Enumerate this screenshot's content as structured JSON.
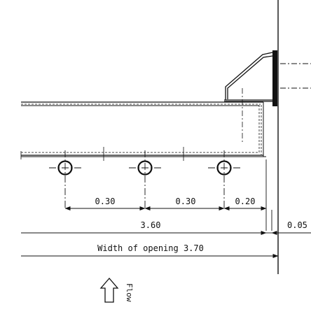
{
  "dimensions": {
    "d1": "0.30",
    "d2": "0.30",
    "d3": "0.20",
    "d4": "3.60",
    "d5": "0.05",
    "d6": "Width of opening 3.70"
  },
  "flow_label": "Flow",
  "colors": {
    "line": "#111111",
    "background": "#ffffff"
  }
}
